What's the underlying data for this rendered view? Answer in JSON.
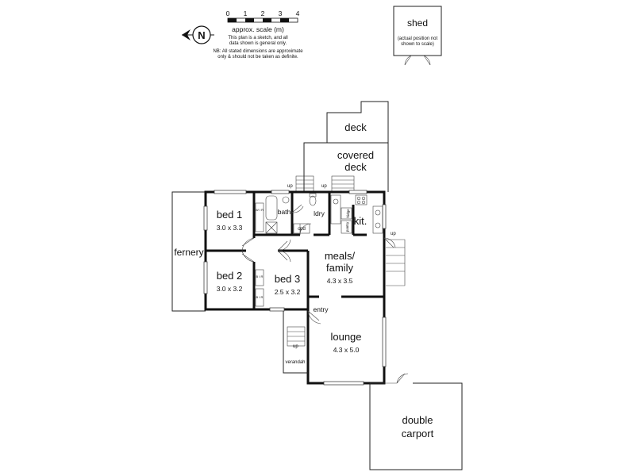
{
  "scale": {
    "ticks": [
      "0",
      "1",
      "2",
      "3",
      "4"
    ],
    "label": "approx. scale (m)",
    "note1": "This plan is a sketch, and all",
    "note2": "data shown is general only.",
    "note3": "NB: All stated dimensions are approximate",
    "note4": "only & should not be taken as definite."
  },
  "north": {
    "letter": "N"
  },
  "shed": {
    "title": "shed",
    "note1": "(actual position not",
    "note2": "shown to scale)"
  },
  "rooms": {
    "deck": "deck",
    "covered1": "covered",
    "covered2": "deck",
    "bed1": "bed 1",
    "bed1_dim": "3.0 x 3.3",
    "bed2": "bed 2",
    "bed2_dim": "3.0 x 3.2",
    "bed3": "bed 3",
    "bed3_dim": "2.5 x 3.2",
    "bath": "bath",
    "ldry": "ldry",
    "kit": "kit.",
    "meals1": "meals/",
    "meals2": "family",
    "meals_dim": "4.3 x 3.5",
    "lounge": "lounge",
    "lounge_dim": "4.3 x 5.0",
    "entry": "entry",
    "fernery": "fernery",
    "verandah": "verandah",
    "carport1": "double",
    "carport2": "carport",
    "cpd": "cpd",
    "wir": "W I R",
    "bir": "B I R",
    "fridge": "fridge",
    "pantry": "pantry",
    "up": "up"
  }
}
